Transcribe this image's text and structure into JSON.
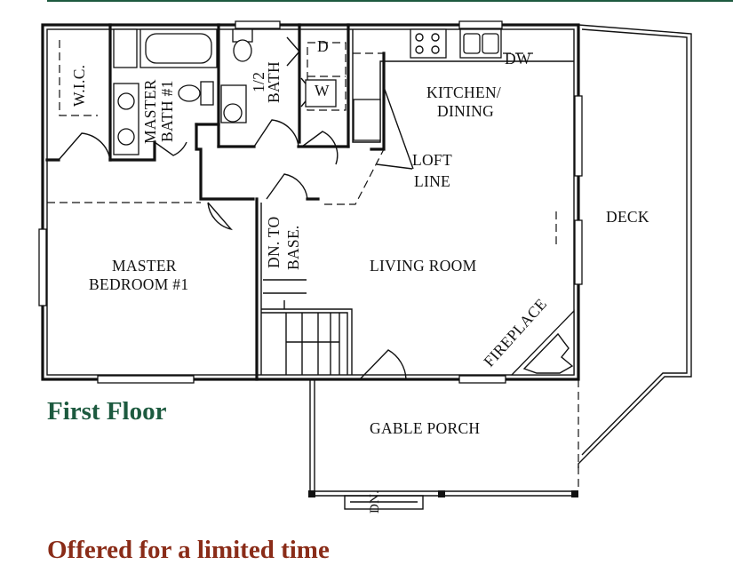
{
  "colors": {
    "heading": "#1d5a3f",
    "footer": "#8a2c18",
    "walls": "#111111"
  },
  "floor_title": "First Floor",
  "footer_text": "Offered for a limited time",
  "rooms": {
    "wic": "W.I.C.",
    "master_bath_line1": "MASTER",
    "master_bath_line2": "BATH #1",
    "half_bath_line1": "1/2",
    "half_bath_line2": "BATH",
    "dryer": "D",
    "washer": "W",
    "dishwasher": "DW",
    "kitchen_line1": "KITCHEN/",
    "kitchen_line2": "DINING",
    "loft_line1": "LOFT",
    "loft_line2": "LINE",
    "deck": "DECK",
    "stairs_line1": "DN. TO",
    "stairs_line2": "BASE.",
    "master_bedroom_line1": "MASTER",
    "master_bedroom_line2": "BEDROOM #1",
    "living_room": "LIVING ROOM",
    "fireplace": "FIREPLACE",
    "gable_porch": "GABLE PORCH",
    "porch_steps": "DN."
  }
}
